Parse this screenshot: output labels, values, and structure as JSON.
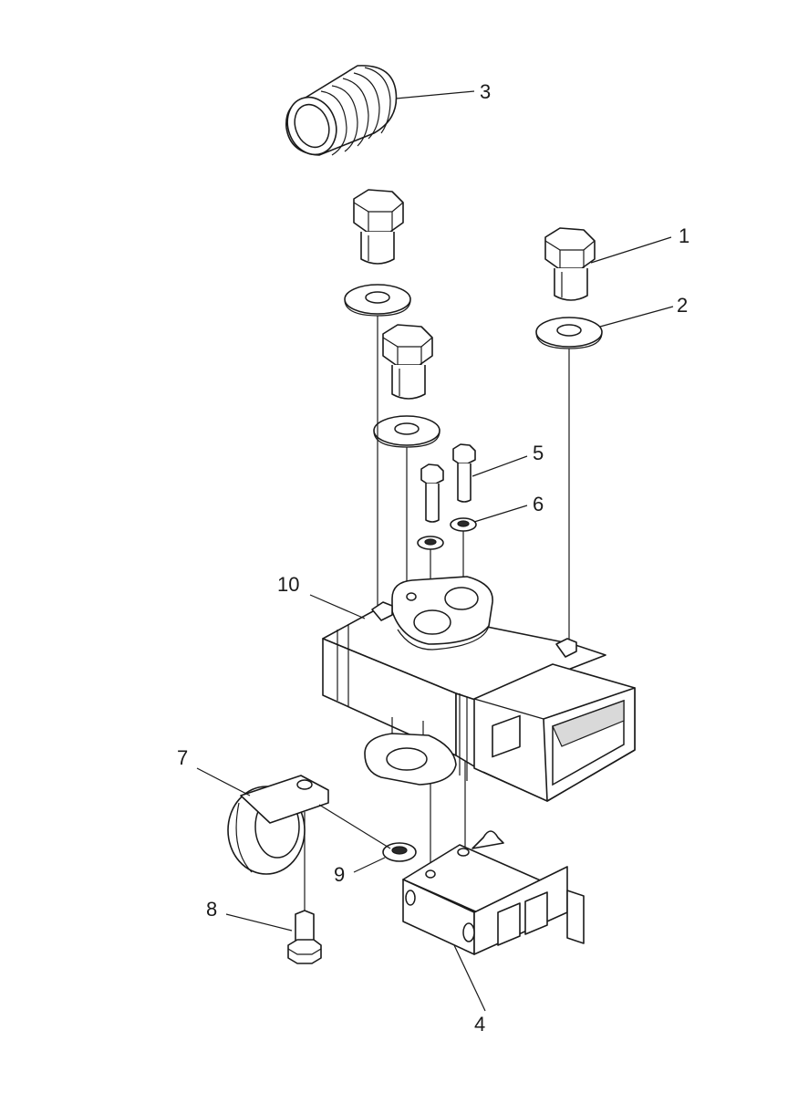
{
  "callouts": {
    "c1": "1",
    "c2": "2",
    "c3": "3",
    "c4": "4",
    "c5": "5",
    "c6": "6",
    "c7": "7",
    "c8": "8",
    "c9": "9",
    "c10": "10"
  },
  "colors": {
    "line": "#1a1a1a",
    "background": "#ffffff",
    "shade": "#d9d9d9"
  }
}
